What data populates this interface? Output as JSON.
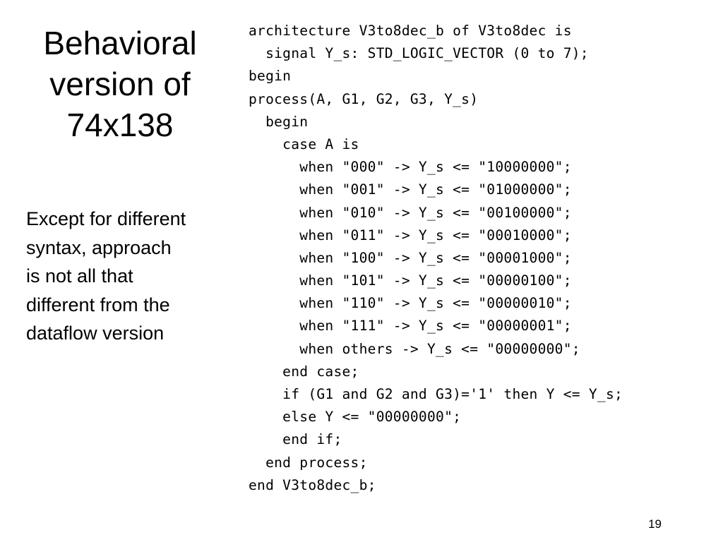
{
  "slide": {
    "title_lines": [
      "Behavioral",
      "version of",
      "74x138"
    ],
    "note_lines": [
      "Except for different",
      "syntax, approach",
      "is not all that",
      "different from the",
      "dataflow version"
    ],
    "code_lines": [
      "architecture V3to8dec_b of V3to8dec is",
      "  signal Y_s: STD_LOGIC_VECTOR (0 to 7);",
      "begin",
      "process(A, G1, G2, G3, Y_s)",
      "  begin",
      "    case A is",
      "      when \"000\" -> Y_s <= \"10000000\";",
      "      when \"001\" -> Y_s <= \"01000000\";",
      "      when \"010\" -> Y_s <= \"00100000\";",
      "      when \"011\" -> Y_s <= \"00010000\";",
      "      when \"100\" -> Y_s <= \"00001000\";",
      "      when \"101\" -> Y_s <= \"00000100\";",
      "      when \"110\" -> Y_s <= \"00000010\";",
      "      when \"111\" -> Y_s <= \"00000001\";",
      "      when others -> Y_s <= \"00000000\";",
      "    end case;",
      "    if (G1 and G2 and G3)='1' then Y <= Y_s;",
      "    else Y <= \"00000000\";",
      "    end if;",
      "  end process;",
      "end V3to8dec_b;"
    ],
    "page_number": "19"
  }
}
